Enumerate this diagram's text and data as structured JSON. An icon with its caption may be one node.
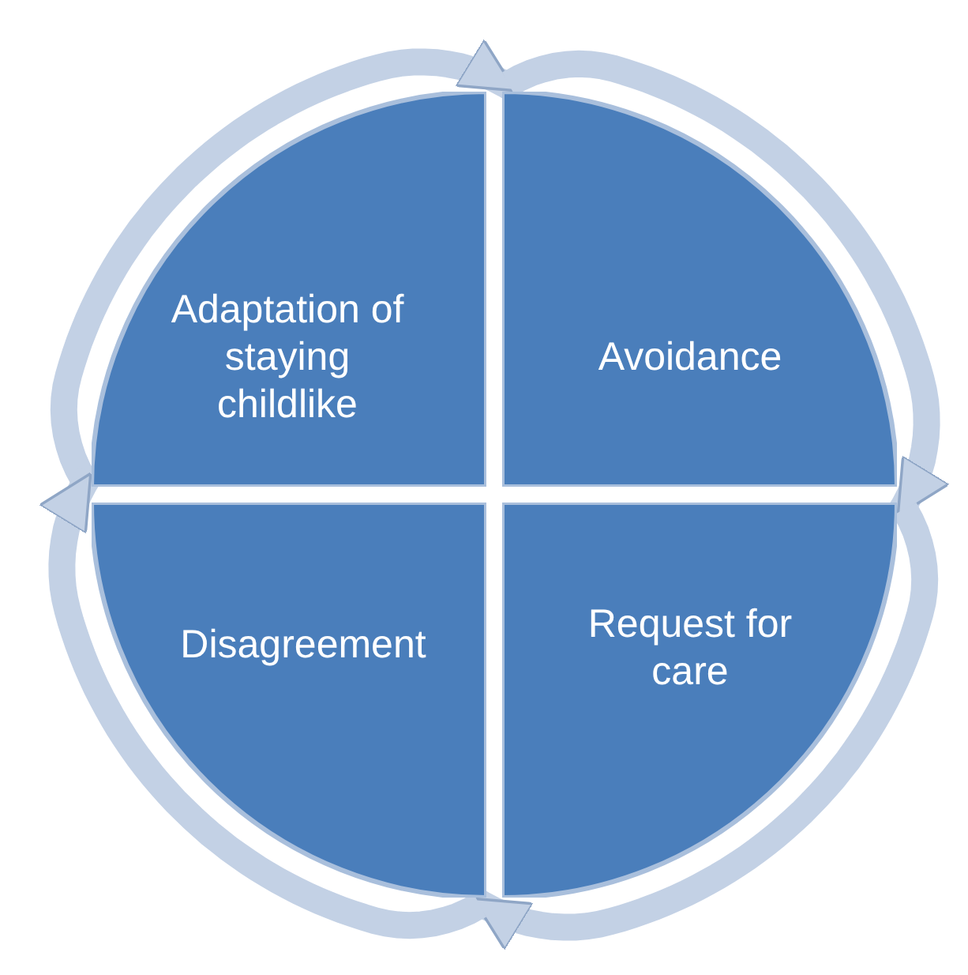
{
  "diagram": {
    "nodes": [
      {
        "text": [
          "Adaptation of staying childlike"
        ]
      },
      {
        "text": [
          "Avoidance"
        ]
      },
      {
        "text": [
          "Disagreement"
        ]
      },
      {
        "text": [
          "Request for care"
        ]
      }
    ],
    "edges": [
      {
        "from": 0,
        "to": 1,
        "arrow": "to"
      },
      {
        "from": 1,
        "to": 3,
        "arrow": "to"
      },
      {
        "from": 3,
        "to": 2,
        "arrow": "to"
      },
      {
        "from": 2,
        "to": 0,
        "arrow": "to"
      }
    ]
  }
}
